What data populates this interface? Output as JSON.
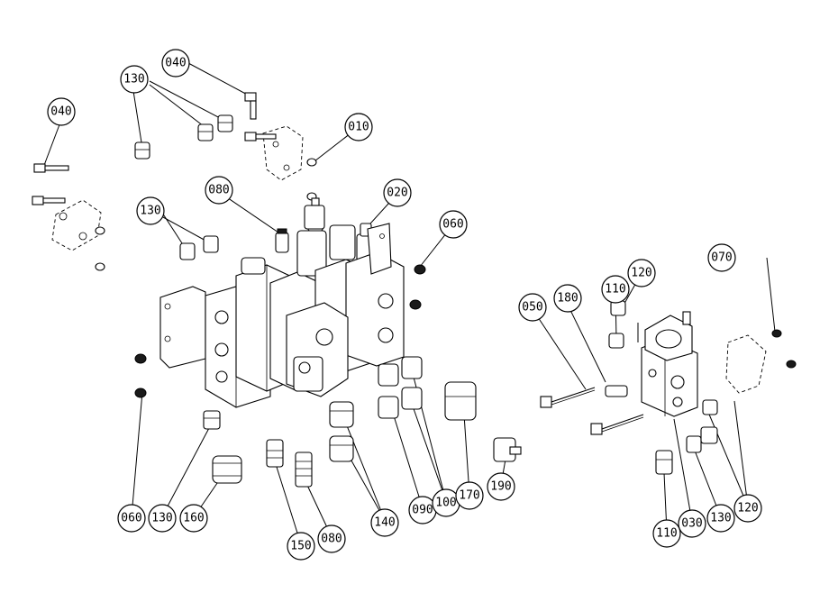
{
  "callouts": [
    {
      "id": "c040a",
      "label": "040"
    },
    {
      "id": "c040b",
      "label": "040"
    },
    {
      "id": "c130a",
      "label": "130"
    },
    {
      "id": "c010",
      "label": "010"
    },
    {
      "id": "c080a",
      "label": "080"
    },
    {
      "id": "c020",
      "label": "020"
    },
    {
      "id": "c130b",
      "label": "130"
    },
    {
      "id": "c060a",
      "label": "060"
    },
    {
      "id": "c070",
      "label": "070"
    },
    {
      "id": "c120a",
      "label": "120"
    },
    {
      "id": "c110a",
      "label": "110"
    },
    {
      "id": "c180",
      "label": "180"
    },
    {
      "id": "c050",
      "label": "050"
    },
    {
      "id": "c060b",
      "label": "060"
    },
    {
      "id": "c130c",
      "label": "130"
    },
    {
      "id": "c160",
      "label": "160"
    },
    {
      "id": "c150",
      "label": "150"
    },
    {
      "id": "c080b",
      "label": "080"
    },
    {
      "id": "c140",
      "label": "140"
    },
    {
      "id": "c090",
      "label": "090"
    },
    {
      "id": "c100",
      "label": "100"
    },
    {
      "id": "c170",
      "label": "170"
    },
    {
      "id": "c190",
      "label": "190"
    },
    {
      "id": "c110b",
      "label": "110"
    },
    {
      "id": "c030",
      "label": "030"
    },
    {
      "id": "c130d",
      "label": "130"
    },
    {
      "id": "c120b",
      "label": "120"
    }
  ]
}
